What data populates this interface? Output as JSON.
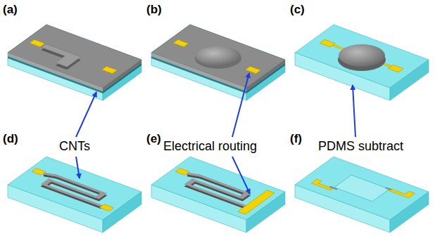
{
  "diagram": {
    "labels": [
      "(a)",
      "(b)",
      "(c)",
      "CNTs",
      "Electrical routing",
      "PDMS subtract",
      "(d)",
      "(e)",
      "(f)"
    ]
  }
}
